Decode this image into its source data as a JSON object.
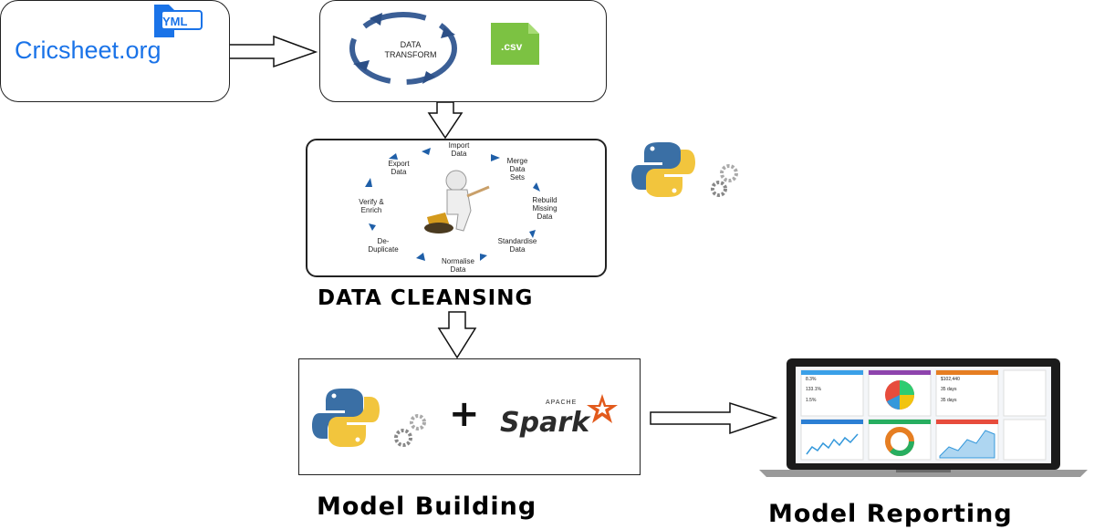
{
  "source": {
    "site_label": "Cricsheet.org",
    "file_badge": "YML",
    "icon": "yml-file-icon"
  },
  "transform": {
    "cycle_label_line1": "DATA",
    "cycle_label_line2": "TRANSFORM",
    "csv_badge": ".csv",
    "csv_color": "#7cc242",
    "icon": "csv-file-icon"
  },
  "cleansing": {
    "steps": [
      "Import\nData",
      "Merge\nData\nSets",
      "Rebuild\nMissing\nData",
      "Standardise\nData",
      "Normalise\nData",
      "De-\nDuplicate",
      "Verify &\nEnrich",
      "Export\nData"
    ],
    "heading": "DATA CLEANSING",
    "icon": "python-gear-icon"
  },
  "building": {
    "plus_sign": "+",
    "spark_apache": "APACHE",
    "spark_name": "Spark",
    "heading": "Model Building"
  },
  "reporting": {
    "dashboard_values": [
      "8.3%",
      "133.1%",
      "1.5%",
      "$102,440",
      "35 days",
      "35 days"
    ],
    "heading": "Model Reporting"
  },
  "colors": {
    "python_blue": "#3a6fa5",
    "python_yellow": "#f2c53d",
    "cycle_blue": "#1f5fa8",
    "spark_orange": "#e25a1c",
    "link_blue": "#1a73e8"
  }
}
